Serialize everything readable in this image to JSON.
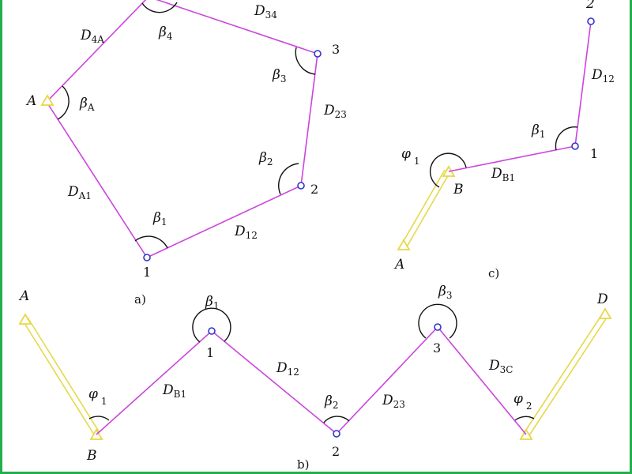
{
  "colors": {
    "traverse_line": "#cc44dd",
    "known_line": "#e6d84a",
    "point_marker": "#3333cc",
    "frame": "#22b04a"
  },
  "captions": {
    "a": "a)",
    "b": "b)",
    "c": "c)"
  },
  "diagram_a": {
    "points": {
      "A": "A",
      "p1": "1",
      "p2": "2",
      "p3": "3"
    },
    "distances": {
      "D4A": {
        "main": "D",
        "sub": "4A"
      },
      "D34": {
        "main": "D",
        "sub": "34"
      },
      "D23": {
        "main": "D",
        "sub": "23"
      },
      "D12": {
        "main": "D",
        "sub": "12"
      },
      "DA1": {
        "main": "D",
        "sub": "A1"
      }
    },
    "angles": {
      "b4": {
        "main": "β",
        "sub": "4"
      },
      "b3": {
        "main": "β",
        "sub": "3"
      },
      "bA": {
        "main": "β",
        "sub": "A"
      },
      "b2": {
        "main": "β",
        "sub": "2"
      },
      "b1": {
        "main": "β",
        "sub": "1"
      }
    }
  },
  "diagram_b": {
    "points": {
      "A": "A",
      "B": "B",
      "p1": "1",
      "p2": "2",
      "p3": "3",
      "D": "D"
    },
    "distances": {
      "DB1": {
        "main": "D",
        "sub": "B1"
      },
      "D12": {
        "main": "D",
        "sub": "12"
      },
      "D23": {
        "main": "D",
        "sub": "23"
      },
      "D3C": {
        "main": "D",
        "sub": "3C"
      }
    },
    "angles": {
      "phi1": {
        "main": "φ",
        "sub": "1"
      },
      "b1": {
        "main": "β",
        "sub": "1"
      },
      "b2": {
        "main": "β",
        "sub": "2"
      },
      "b3": {
        "main": "β",
        "sub": "3"
      },
      "phi2": {
        "main": "φ",
        "sub": "2"
      }
    }
  },
  "diagram_c": {
    "points": {
      "A": "A",
      "B": "B",
      "p1": "1",
      "p2": "2"
    },
    "distances": {
      "D12": {
        "main": "D",
        "sub": "12"
      },
      "DB1": {
        "main": "D",
        "sub": "B1"
      }
    },
    "angles": {
      "b1": {
        "main": "β",
        "sub": "1"
      },
      "phi1": {
        "main": "φ",
        "sub": "1"
      }
    }
  }
}
